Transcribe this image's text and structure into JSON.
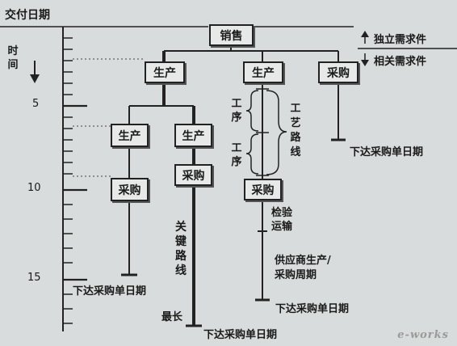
{
  "timeline": {
    "header": "交付日期",
    "axis_label": "时间",
    "ticks": [
      "5",
      "10",
      "15"
    ]
  },
  "legend": {
    "independent": "独立需求件",
    "dependent": "相关需求件"
  },
  "nodes": {
    "root": "销售",
    "prod_mid": "生产",
    "prod_left": "生产",
    "purchase_right": "采购",
    "prod_ll": "生产",
    "prod_lr": "生产",
    "purchase_ll": "采购",
    "purchase_lr": "采购",
    "purchase_mid": "采购"
  },
  "labels": {
    "order_date_right": "下达采购单日期",
    "order_date_left": "下达采购单日期",
    "order_date_mid": "下达采购单日期",
    "order_date_bottom": "下达采购单日期",
    "critical_path": "关键路线",
    "longest": "最长",
    "process_1": "工序",
    "process_2": "工序",
    "process_route": "工艺路线",
    "inspection": "检验",
    "transport": "运输",
    "supplier_production": "供应商生产/",
    "purchase_cycle": "采购周期"
  },
  "watermark": "e-works"
}
